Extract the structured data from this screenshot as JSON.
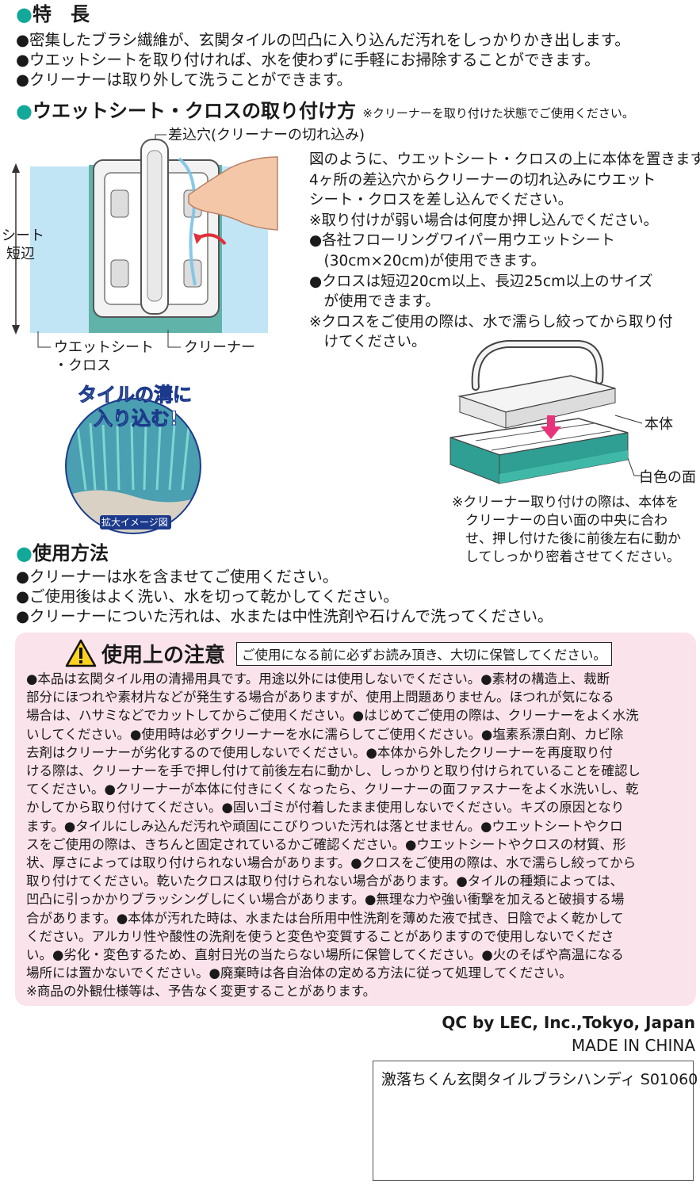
{
  "features": {
    "heading": "特　長",
    "items": [
      "●密集したブラシ繊維が、玄関タイルの凹凸に入り込んだ汚れをしっかりかき出します。",
      "●ウエットシートを取り付ければ、水を使わずに手軽にお掃除することができます。",
      "●クリーナーは取り外して洗うことができます。"
    ]
  },
  "attach": {
    "heading": "ウエットシート・クロスの取り付け方",
    "heading_note": "※クリーナーを取り付けた状態でご使用ください。",
    "diagram_labels": {
      "slot": "差込穴(クリーナーの切れ込み)",
      "sheet_short_edge_line1": "シート",
      "sheet_short_edge_line2": "短辺",
      "wet_sheet_line1": "ウエットシート",
      "wet_sheet_line2": "・クロス",
      "cleaner": "クリーナー"
    },
    "description": [
      "図のように、ウエットシート・クロスの上に本体を置きます。",
      "4ヶ所の差込穴からクリーナーの切れ込みにウエット",
      "シート・クロスを差し込んでください。",
      "※取り付けが弱い場合は何度か押し込んでください。",
      "●各社フローリングワイパー用ウエットシート",
      "　(30cm×20cm)が使用できます。",
      "●クロスは短辺20cm以上、長辺25cm以上のサイズ",
      "　が使用できます。",
      "※クロスをご使用の際は、水で濡らし絞ってから取り付",
      "　けてください。"
    ],
    "badge_line1": "タイルの溝に",
    "badge_line2": "入り込む!",
    "badge_caption": "拡大イメージ図",
    "body_label": "本体",
    "white_face_label": "白色の面",
    "mount_note": [
      "※クリーナー取り付けの際は、本体を",
      "　クリーナーの白い面の中央に合わ",
      "　せ、押し付けた後に前後左右に動か",
      "　してしっかり密着させてください。"
    ]
  },
  "usage": {
    "heading": "使用方法",
    "items": [
      "●クリーナーは水を含ませてご使用ください。",
      "●ご使用後はよく洗い、水を切って乾かしてください。",
      "●クリーナーについた汚れは、水または中性洗剤や石けんで洗ってください。"
    ]
  },
  "caution": {
    "title": "使用上の注意",
    "subtitle": "ご使用になる前に必ずお読み頂き、大切に保管してください。",
    "lines": [
      "●本品は玄関タイル用の清掃用具です。用途以外には使用しないでください。●素材の構造上、裁断",
      "部分にほつれや素材片などが発生する場合がありますが、使用上問題ありません。ほつれが気になる",
      "場合は、ハサミなどでカットしてからご使用ください。●はじめてご使用の際は、クリーナーをよく水洗",
      "いしてください。●使用時は必ずクリーナーを水に濡らしてご使用ください。●塩素系漂白剤、カビ除",
      "去剤はクリーナーが劣化するので使用しないでください。●本体から外したクリーナーを再度取り付",
      "ける際は、クリーナーを手で押し付けて前後左右に動かし、しっかりと取り付けられていることを確認し",
      "てください。●クリーナーが本体に付きにくくなったら、クリーナーの面ファスナーをよく水洗いし、乾",
      "かしてから取り付けてください。●固いゴミが付着したまま使用しないでください。キズの原因となり",
      "ます。●タイルにしみ込んだ汚れや頑固にこびりついた汚れは落とせません。●ウエットシートやクロ",
      "スをご使用の際は、きちんと固定されているかご確認ください。●ウエットシートやクロスの材質、形",
      "状、厚さによっては取り付けられない場合があります。●クロスをご使用の際は、水で濡らし絞ってから",
      "取り付けてください。乾いたクロスは取り付けられない場合があります。●タイルの種類によっては、",
      "凹凸に引っかかりブラッシングしにくい場合があります。●無理な力や強い衝撃を加えると破損する場",
      "合があります。●本体が汚れた時は、水または台所用中性洗剤を薄めた液で拭き、日陰でよく乾かして",
      "ください。アルカリ性や酸性の洗剤を使うと変色や変質することがありますので使用しないでくださ",
      "い。●劣化・変色するため、直射日光の当たらない場所に保管してください。●火のそばや高温になる",
      "場所には置かないでください。●廃棄時は各自治体の定める方法に従って処理してください。",
      "※商品の外観仕様等は、予告なく変更することがあります。"
    ]
  },
  "footer": {
    "company": "QC by LEC, Inc.,Tokyo, Japan",
    "made_in": "MADE IN CHINA",
    "product": "激落ちくん玄関タイルブラシハンディ S01060"
  },
  "colors": {
    "accent": "#12a89a",
    "caution_bg": "#fbe3ec",
    "sheet_blue": "#a8d8f0",
    "arrow_red": "#e0303a",
    "arrow_pink": "#e8337a",
    "badge_navy": "#1c3a8c"
  }
}
